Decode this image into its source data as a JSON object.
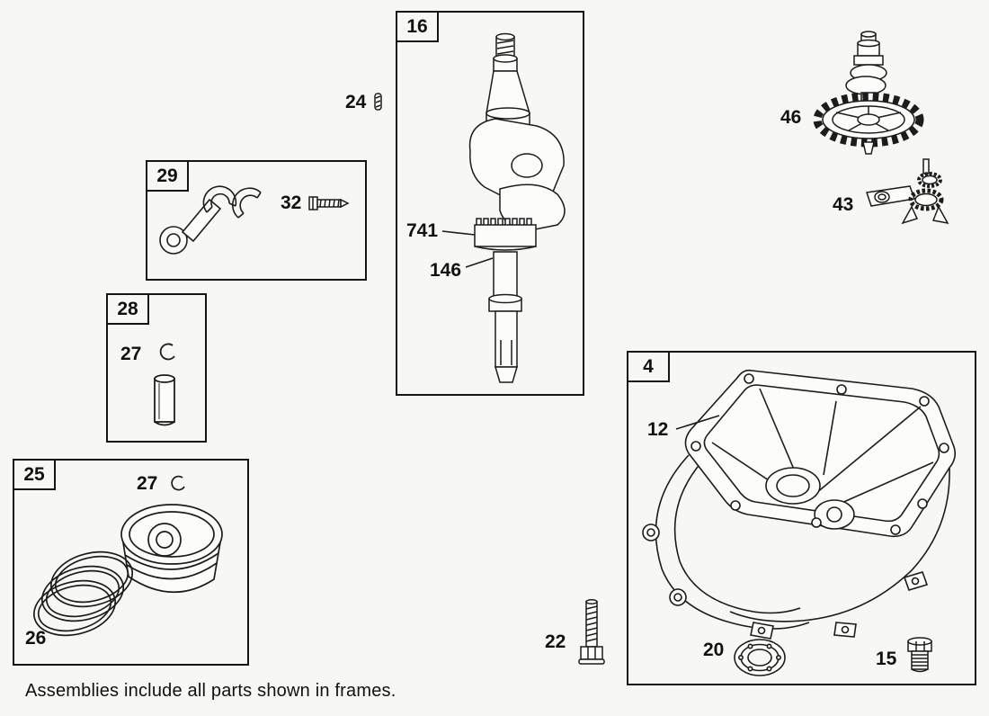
{
  "frames": [
    {
      "label": "16"
    },
    {
      "label": "29"
    },
    {
      "label": "28"
    },
    {
      "label": "25"
    },
    {
      "label": "4"
    }
  ],
  "parts": {
    "p24": "24",
    "p32": "32",
    "p741": "741",
    "p146": "146",
    "p28_27": "27",
    "p25_27": "27",
    "p26": "26",
    "p46": "46",
    "p43": "43",
    "p12": "12",
    "p22": "22",
    "p20": "20",
    "p15": "15"
  },
  "footer": "Assemblies include all parts shown in frames.",
  "colors": {
    "line": "#1c1c1c",
    "background": "#f7f7f4",
    "part_fill": "#fcfcfa"
  }
}
